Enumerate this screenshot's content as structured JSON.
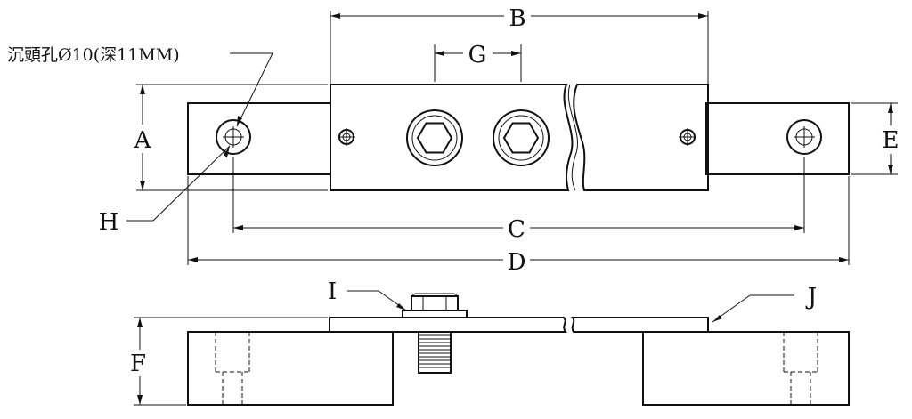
{
  "drawing": {
    "note_counterbore": "沉頭孔Ø10(深11MM)",
    "labels": {
      "A": "A",
      "B": "B",
      "C": "C",
      "D": "D",
      "E": "E",
      "F": "F",
      "G": "G",
      "H": "H",
      "I": "I",
      "J": "J"
    }
  }
}
